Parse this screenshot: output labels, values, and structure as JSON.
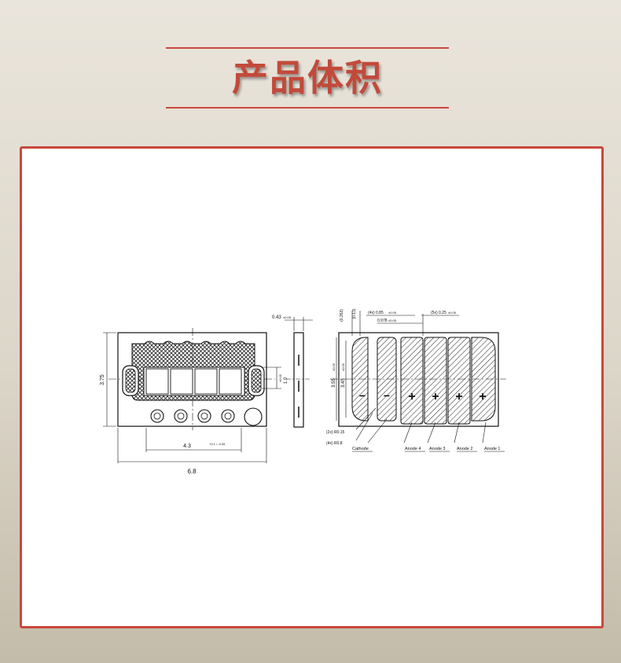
{
  "page": {
    "title": "产品体积"
  },
  "drawing": {
    "front_view": {
      "dim_overall_width": "6.8",
      "dim_height": "3.75",
      "dim_chip_width": "4.3",
      "dim_chip_width_tol": "+0.1 / -0.05",
      "dim_window": "1.0",
      "dim_window_tol": "±0.05"
    },
    "side_view": {
      "dim_thickness": "0.43",
      "dim_thickness_tol": "±0.05"
    },
    "pad_view": {
      "dim_4x_085": "(4x) 0.85",
      "dim_4x_085_tol": "±0.05",
      "dim_5x_025": "(5x) 0.25",
      "dim_5x_025_tol": "±0.05",
      "dim_0978": "0.978",
      "dim_0978_tol": "±0.05",
      "dim_0353": "(0.353)",
      "dim_013": "(0.13)",
      "dim_355": "3.55",
      "dim_355_tol": "±0.05",
      "dim_345": "3.45",
      "dim_345_tol": "±0.05",
      "dim_2x_r015": "(2x) R0.15",
      "dim_4x_r08": "(4x) R0.8",
      "polarity_minus": "−",
      "polarity_plus": "+",
      "label_cathode": "Cathode",
      "label_anode4": "Anode 4",
      "label_anode3": "Anode 3",
      "label_anode2": "Anode 2",
      "label_anode1": "Anode 1"
    }
  }
}
